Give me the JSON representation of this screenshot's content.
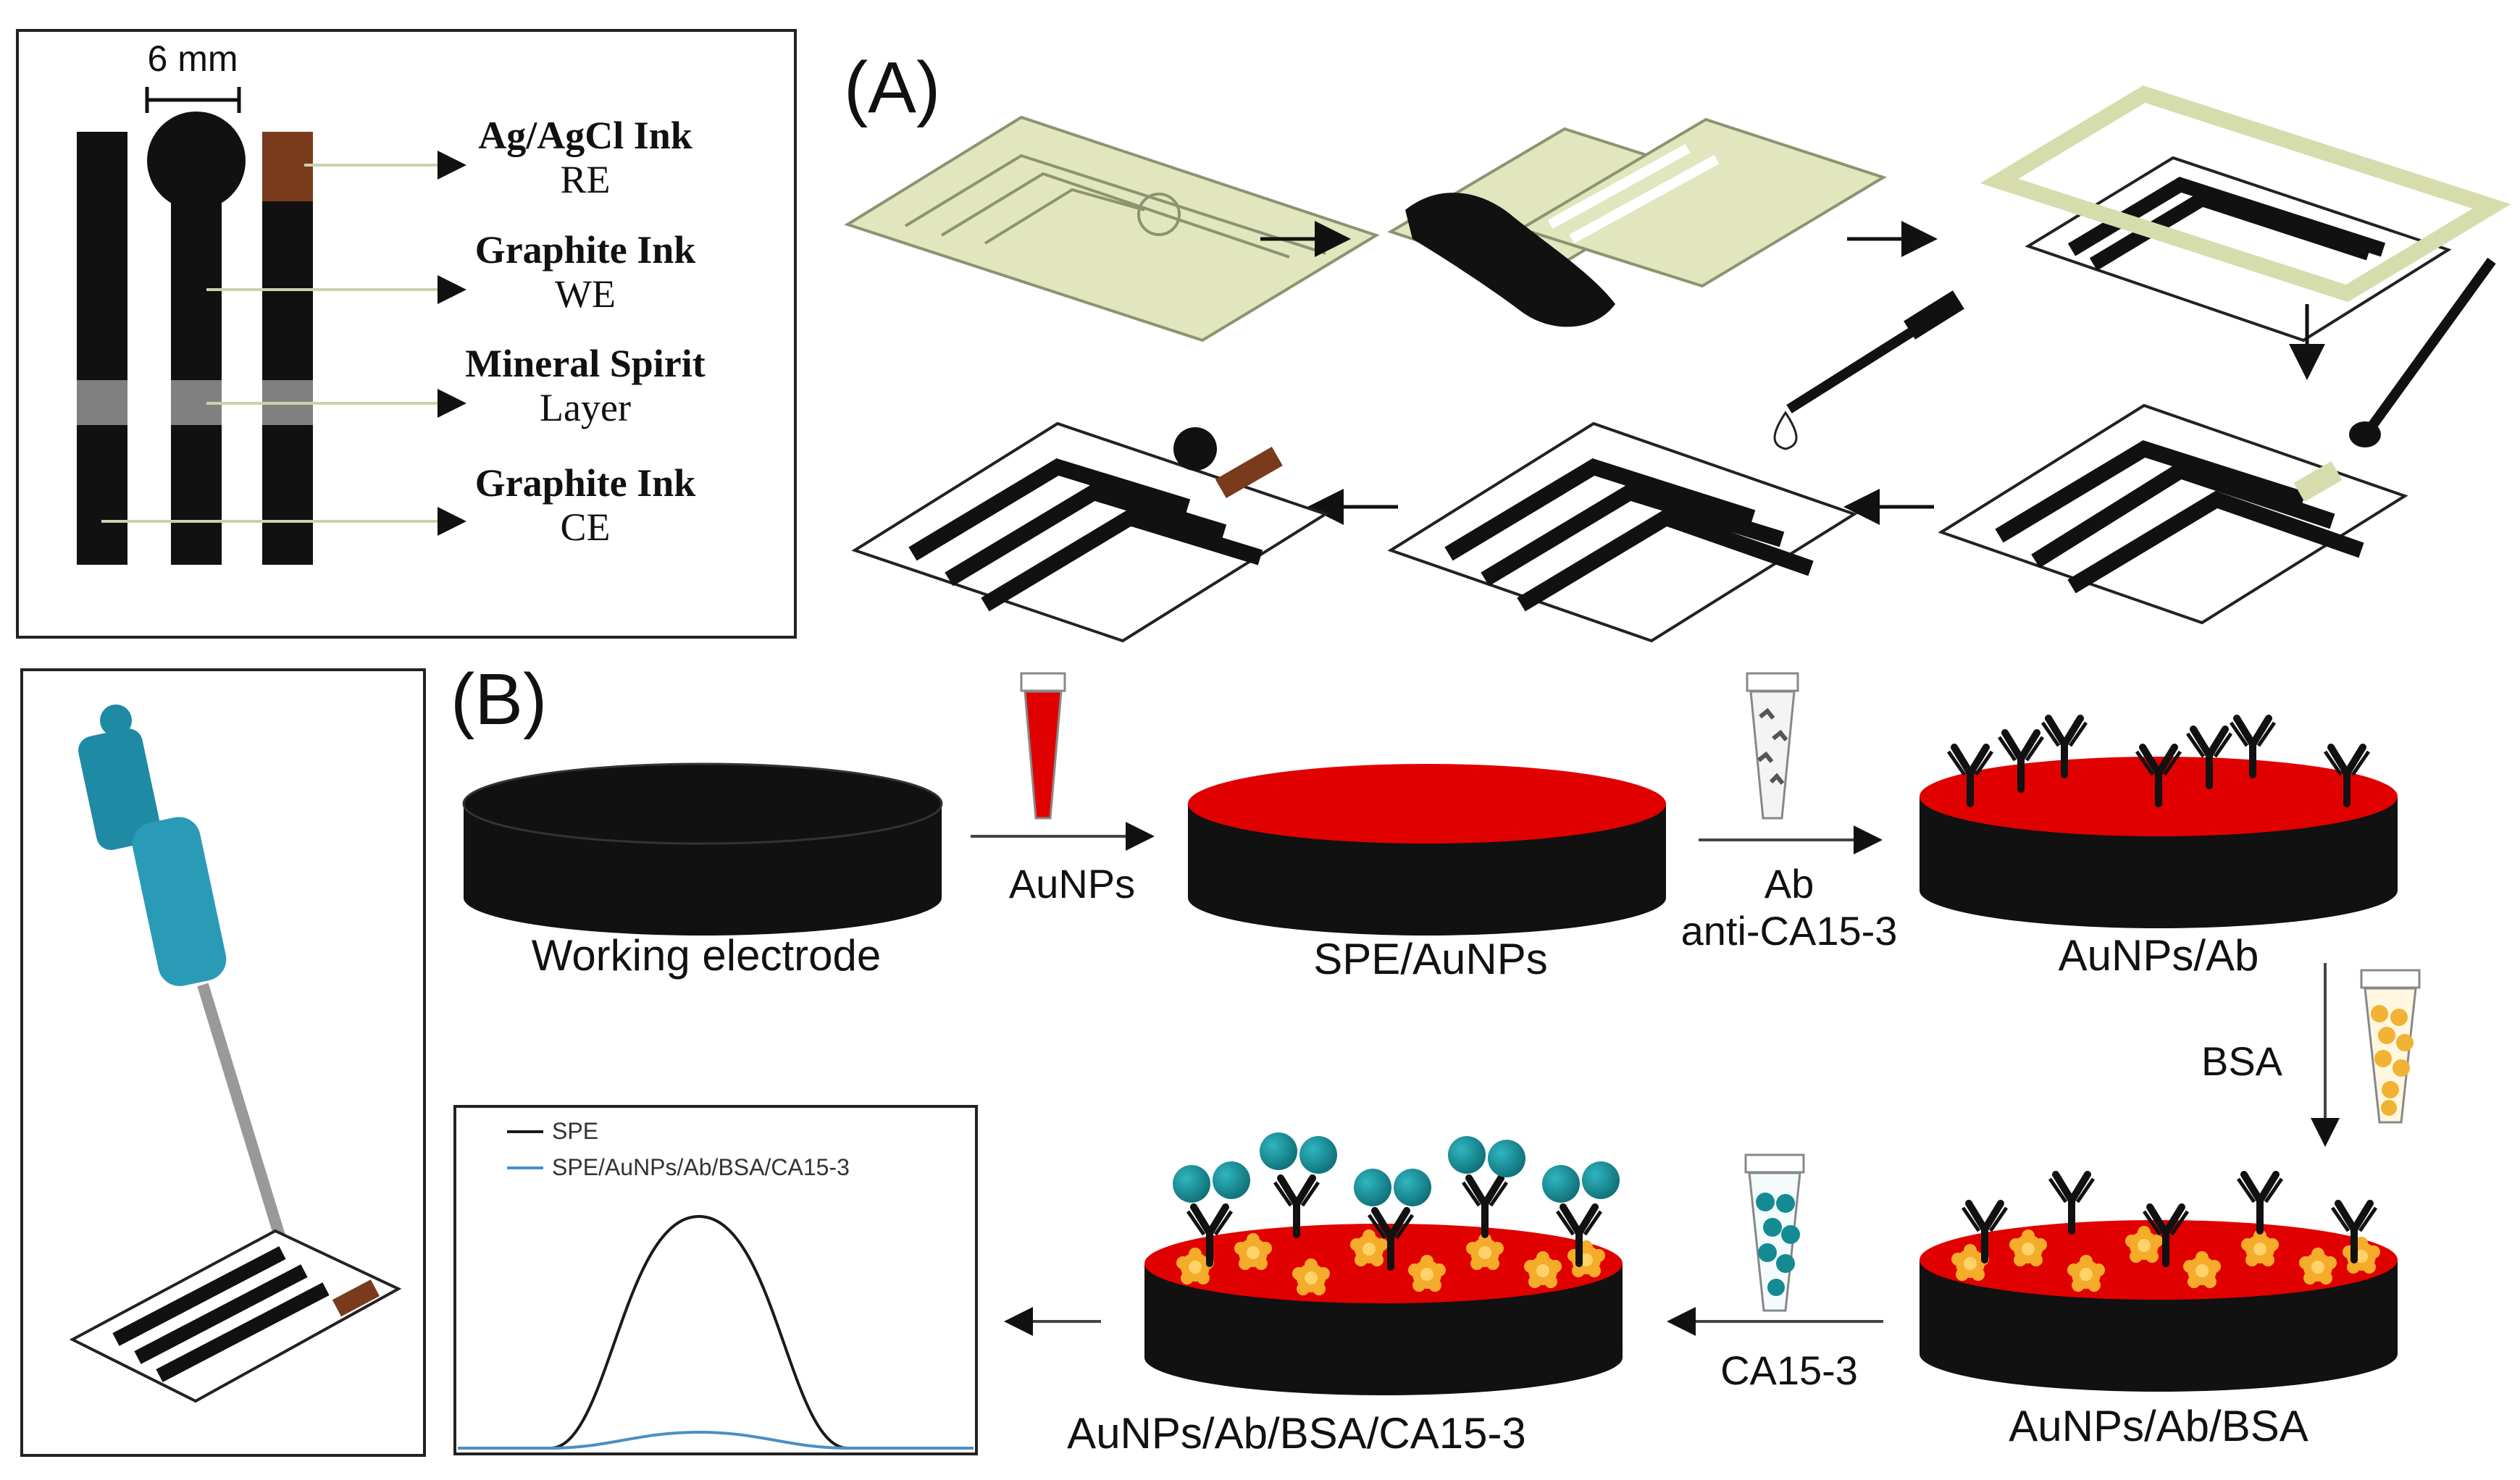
{
  "inset": {
    "scale_bar": "6 mm",
    "layers": [
      {
        "material": "Ag/AgCl Ink",
        "role": "RE"
      },
      {
        "material": "Graphite Ink",
        "role": "WE"
      },
      {
        "material": "Mineral Spirit",
        "role": "Layer"
      },
      {
        "material": "Graphite Ink",
        "role": "CE"
      }
    ]
  },
  "panel_a": {
    "label": "(A)"
  },
  "panel_b": {
    "label": "(B)",
    "stages": {
      "working_electrode": "Working electrode",
      "spe_aunps": "SPE/AuNPs",
      "aunps_ab": "AuNPs/Ab",
      "aunps_ab_bsa": "AuNPs/Ab/BSA",
      "aunps_ab_bsa_ca153": "AuNPs/Ab/BSA/CA15-3"
    },
    "reagents": {
      "aunps": "AuNPs",
      "ab": "Ab",
      "ab_target": "anti-CA15-3",
      "bsa": "BSA",
      "ca153": "CA15-3"
    },
    "plot_legend": [
      "SPE",
      "SPE/AuNPs/Ab/BSA/CA15-3"
    ]
  },
  "colors": {
    "ink": "#111111",
    "substrate": "#e2e6bf",
    "silver_chloride": "#7a3b1c",
    "gold_np_layer": "#e00000",
    "bsa": "#f2b233",
    "antigen": "#168a93",
    "trace_spe": "#1a1a1a",
    "trace_modified": "#4a8fc4"
  }
}
